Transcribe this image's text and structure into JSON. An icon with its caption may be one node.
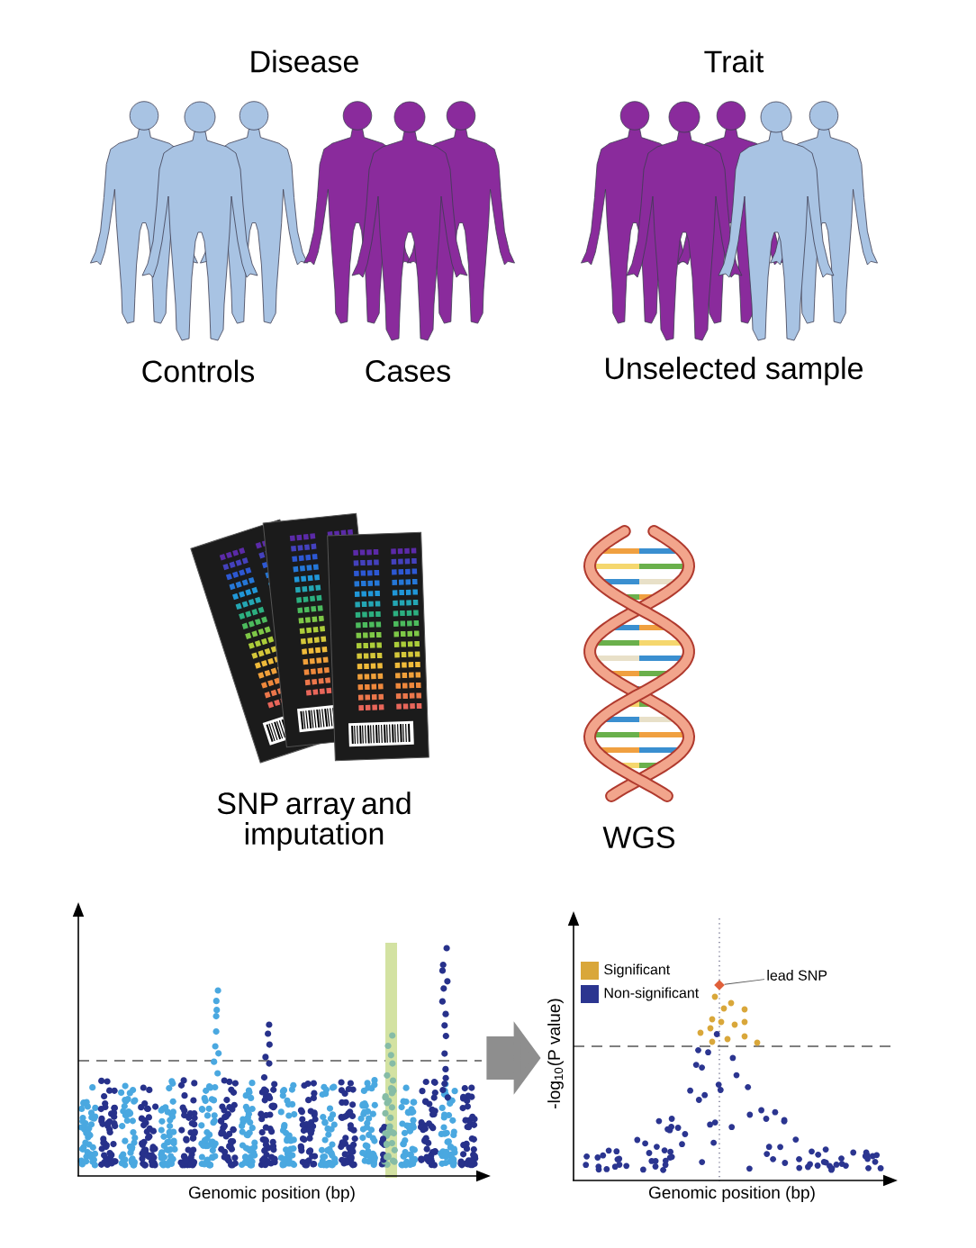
{
  "diagram": {
    "nodes": [
      {
        "text": [],
        "shape": "picture"
      },
      {
        "text": [],
        "shape": "picture",
        "beside": [
          "-log$_{10}$(P value)"
        ]
      },
      {
        "text": [
          "lead SNP"
        ]
      },
      {
        "text": [],
        "shape": "diamond"
      }
    ],
    "edges": [
      {
        "from": 0,
        "to": 1,
        "arrow": "to",
        "style": "thick",
        "color": "#8e8e8e"
      },
      {
        "from": 2,
        "to": 3,
        "arrow": "none"
      }
    ],
    "labels": [
      "Disease",
      "Trait",
      "Controls",
      "Cases",
      "Unselected sample",
      "SNP array and imputation",
      "WGS",
      "Genomic position (bp)",
      "Genomic position (bp)"
    ],
    "legend": [
      {
        "text": "Significant",
        "color": "#d9a73a"
      },
      {
        "text": "Non-significant",
        "color": "#2b3590"
      }
    ]
  }
}
